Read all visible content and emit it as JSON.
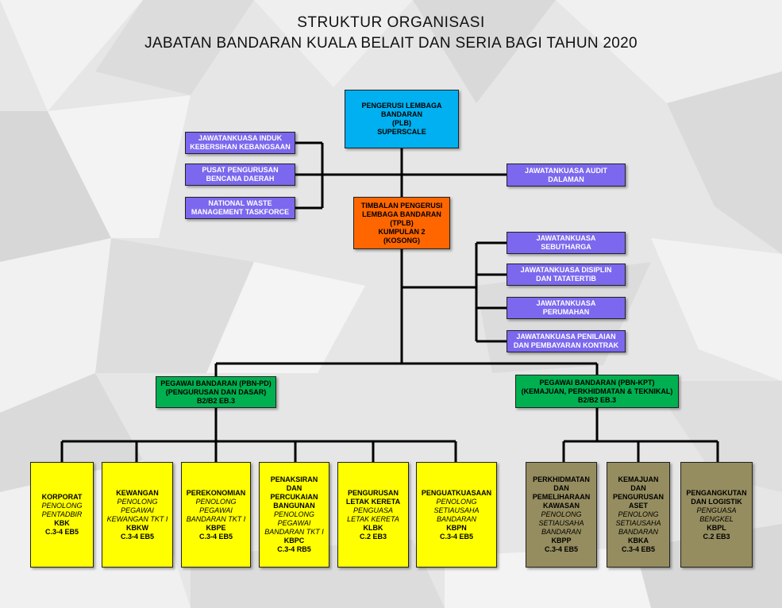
{
  "title": {
    "line1": "STRUKTUR ORGANISASI",
    "line2": "JABATAN BANDARAN KUALA BELAIT DAN SERIA BAGI TAHUN 2020"
  },
  "plb": [
    "PENGERUSI LEMBAGA",
    "BANDARAN",
    "(PLB)",
    "SUPERSCALE"
  ],
  "tplb": [
    "TIMBALAN PENGERUSI",
    "LEMBAGA BANDARAN",
    "(TPLB)",
    "KUMPULAN 2",
    "(KOSONG)"
  ],
  "left_committees": [
    [
      "JAWATANKUASA INDUK",
      "KEBERSIHAN KEBANGSAAN"
    ],
    [
      "PUSAT PENGURUSAN",
      "BENCANA DAERAH"
    ],
    [
      "NATIONAL WASTE",
      "MANAGEMENT TASKFORCE"
    ]
  ],
  "audit": [
    "JAWATANKUASA AUDIT",
    "DALAMAN"
  ],
  "right_committees": [
    [
      "JAWATANKUASA",
      "SEBUTHARGA"
    ],
    [
      "JAWATANKUASA DISIPLIN",
      "DAN TATATERTIB"
    ],
    [
      "JAWATANKUASA",
      "PERUMAHAN"
    ],
    [
      "JAWATANKUASA PENILAIAN",
      "DAN PEMBAYARAN KONTRAK"
    ]
  ],
  "pbn_pd": [
    "PEGAWAI BANDARAN (PBN-PD)",
    "(PENGURUSAN DAN DASAR)",
    "B2/B2 EB.3"
  ],
  "pbn_kpt": [
    "PEGAWAI BANDARAN (PBN-KPT)",
    "(KEMAJUAN, PERKHIDMATAN & TEKNIKAL)",
    "B2/B2 EB.3"
  ],
  "units_pd": [
    {
      "lines": [
        {
          "t": "KORPORAT",
          "i": false
        },
        {
          "t": "PENOLONG",
          "i": true
        },
        {
          "t": "PENTADBIR",
          "i": true
        },
        {
          "t": "KBK",
          "i": false
        },
        {
          "t": "C.3-4 EB5",
          "i": false
        }
      ]
    },
    {
      "lines": [
        {
          "t": "KEWANGAN",
          "i": false
        },
        {
          "t": "PENOLONG",
          "i": true
        },
        {
          "t": "PEGAWAI",
          "i": true
        },
        {
          "t": "KEWANGAN TKT I",
          "i": true
        },
        {
          "t": "KBKW",
          "i": false
        },
        {
          "t": "C.3-4 EB5",
          "i": false
        }
      ]
    },
    {
      "lines": [
        {
          "t": "PEREKONOMIAN",
          "i": false
        },
        {
          "t": "PENOLONG",
          "i": true
        },
        {
          "t": "PEGAWAI",
          "i": true
        },
        {
          "t": "BANDARAN TKT I",
          "i": true
        },
        {
          "t": "KBPE",
          "i": false
        },
        {
          "t": "C.3-4 EB5",
          "i": false
        }
      ]
    },
    {
      "lines": [
        {
          "t": "PENAKSIRAN",
          "i": false
        },
        {
          "t": "DAN",
          "i": false
        },
        {
          "t": "PERCUKAIAN",
          "i": false
        },
        {
          "t": "BANGUNAN",
          "i": false
        },
        {
          "t": "PENOLONG",
          "i": true
        },
        {
          "t": "PEGAWAI",
          "i": true
        },
        {
          "t": "BANDARAN TKT I",
          "i": true
        },
        {
          "t": "KBPC",
          "i": false
        },
        {
          "t": "C.3-4 RB5",
          "i": false
        }
      ]
    },
    {
      "lines": [
        {
          "t": "PENGURUSAN",
          "i": false
        },
        {
          "t": "LETAK KERETA",
          "i": false
        },
        {
          "t": "PENGUASA",
          "i": true
        },
        {
          "t": "LETAK KERETA",
          "i": true
        },
        {
          "t": "KLBK",
          "i": false
        },
        {
          "t": "C.2 EB3",
          "i": false
        }
      ]
    },
    {
      "lines": [
        {
          "t": "PENGUATKUASAAN",
          "i": false
        },
        {
          "t": "PENOLONG",
          "i": true
        },
        {
          "t": "SETIAUSAHA",
          "i": true
        },
        {
          "t": "BANDARAN",
          "i": true
        },
        {
          "t": "KBPN",
          "i": false
        },
        {
          "t": "C.3-4 EB5",
          "i": false
        }
      ]
    }
  ],
  "units_kpt": [
    {
      "lines": [
        {
          "t": "PERKHIDMATAN",
          "i": false
        },
        {
          "t": "DAN",
          "i": false
        },
        {
          "t": "PEMELIHARAAN",
          "i": false
        },
        {
          "t": "KAWASAN",
          "i": false
        },
        {
          "t": "PENOLONG",
          "i": true
        },
        {
          "t": "SETIAUSAHA",
          "i": true
        },
        {
          "t": "BANDARAN",
          "i": true
        },
        {
          "t": "KBPP",
          "i": false
        },
        {
          "t": "C.3-4 EB5",
          "i": false
        }
      ]
    },
    {
      "lines": [
        {
          "t": "KEMAJUAN",
          "i": false
        },
        {
          "t": "DAN",
          "i": false
        },
        {
          "t": "PENGURUSAN",
          "i": false
        },
        {
          "t": "ASET",
          "i": false
        },
        {
          "t": "PENOLONG",
          "i": true
        },
        {
          "t": "SETIAUSAHA",
          "i": true
        },
        {
          "t": "BANDARAN",
          "i": true
        },
        {
          "t": "KBKA",
          "i": false
        },
        {
          "t": "C.3-4 EB5",
          "i": false
        }
      ]
    },
    {
      "lines": [
        {
          "t": "PENGANGKUTAN",
          "i": false
        },
        {
          "t": "DAN LOGISTIK",
          "i": false
        },
        {
          "t": "PENGUASA",
          "i": true
        },
        {
          "t": "BENGKEL",
          "i": true
        },
        {
          "t": "KBPL",
          "i": false
        },
        {
          "t": "C.2 EB3",
          "i": false
        }
      ]
    }
  ],
  "colors": {
    "plb": "#00b0f0",
    "tplb": "#ff6600",
    "committee": "#7b68ee",
    "officer": "#00b050",
    "unit_pd": "#ffff00",
    "unit_kpt": "#958d5f"
  }
}
